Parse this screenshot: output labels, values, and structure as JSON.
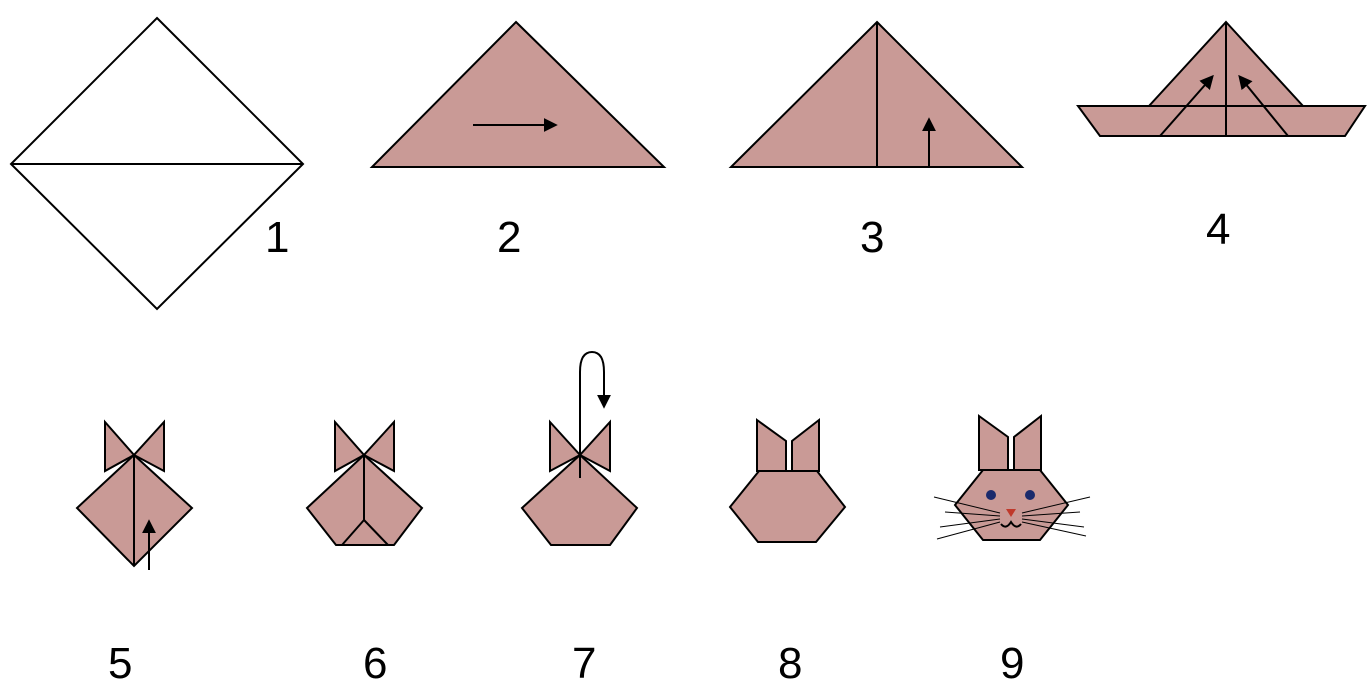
{
  "steps": [
    {
      "number": "1"
    },
    {
      "number": "2"
    },
    {
      "number": "3"
    },
    {
      "number": "4"
    },
    {
      "number": "5"
    },
    {
      "number": "6"
    },
    {
      "number": "7"
    },
    {
      "number": "8"
    },
    {
      "number": "9"
    }
  ],
  "colors": {
    "paper": "#c99a96",
    "outline": "#000000",
    "eye": "#1a2a6c",
    "nose": "#c0392b",
    "background": "#ffffff"
  }
}
